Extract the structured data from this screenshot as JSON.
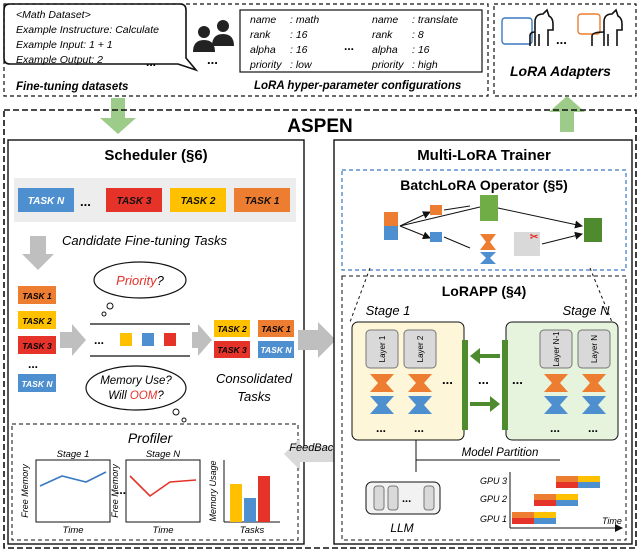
{
  "dataset_bubble": {
    "lines": [
      "<Math Dataset>",
      "Example Instructure: Calculate",
      "Example Input: 1 + 1",
      "Example Output: 2",
      "..."
    ]
  },
  "finetuning_datasets_label": "Fine-tuning datasets",
  "hyper_params": {
    "left": [
      {
        "key": "name",
        "value": ": math"
      },
      {
        "key": "rank",
        "value": ": 16"
      },
      {
        "key": "alpha",
        "value": ": 16"
      },
      {
        "key": "priority",
        "value": ": low"
      }
    ],
    "right": [
      {
        "key": "name",
        "value": ": translate"
      },
      {
        "key": "rank",
        "value": ": 8"
      },
      {
        "key": "alpha",
        "value": ": 16"
      },
      {
        "key": "priority",
        "value": ": high"
      }
    ],
    "caption": "LoRA hyper-parameter configurations",
    "ellipsis": "..."
  },
  "lora_adapters_label": "LoRA Adapters",
  "aspen_title": "ASPEN",
  "scheduler": {
    "title": "Scheduler (§6)",
    "task_bar": [
      "TASK N",
      "...",
      "TASK 3",
      "TASK 2",
      "TASK 1"
    ],
    "candidate_label": "Candidate Fine-tuning Tasks",
    "stack_tasks": [
      "TASK 1",
      "TASK 2",
      "TASK 3",
      "...",
      "TASK N"
    ],
    "priority_prefix": "Priority",
    "priority_suffix": "?",
    "memory_line1": "Memory Use?",
    "memory_line2_prefix": "Will ",
    "memory_line2_oom": "OOM",
    "memory_line2_suffix": "?",
    "queue_ellipsis": "...",
    "consolidated_tasks": [
      "TASK 2",
      "TASK 1",
      "TASK 3",
      "TASK N"
    ],
    "consolidated_label_1": "Consolidated",
    "consolidated_label_2": "Tasks",
    "feedback_label": "FeedBack"
  },
  "profiler": {
    "title": "Profiler",
    "charts": [
      {
        "title": "Stage 1",
        "ylabel": "Free Memory",
        "xlabel": "Time"
      },
      {
        "title": "Stage N",
        "ylabel": "Free Memory",
        "xlabel": "Time"
      },
      {
        "title": "",
        "ylabel": "Memory Usage",
        "xlabel": "Tasks"
      }
    ],
    "ellipsis": "..."
  },
  "trainer": {
    "title": "Multi-LoRA Trainer",
    "batchlora_title": "BatchLoRA Operator (§5)",
    "lorapp_title": "LoRAPP (§4)",
    "stage1_label": "Stage 1",
    "stageN_label": "Stage N",
    "stage1_layers": [
      "Layer 1",
      "Layer 2"
    ],
    "stageN_layers": [
      "Layer N-1",
      "Layer N"
    ],
    "ellipsis": "...",
    "model_partition_label": "Model Partition",
    "llm_label": "LLM",
    "gpu_labels": [
      "GPU 3",
      "GPU 2",
      "GPU 1"
    ],
    "time_label": "Time"
  },
  "colors": {
    "orange": "#ED7D31",
    "red": "#E5332A",
    "yellow": "#FFC000",
    "blue": "#4E8FD0",
    "green": "#70AD47",
    "dark_green": "#4E8A2E",
    "stage_fill": "#FDF6D8",
    "stageN_fill": "#E6F4DD",
    "light_green_arrow": "#9DCB8A",
    "gray_arrow": "#BFBFBF"
  }
}
